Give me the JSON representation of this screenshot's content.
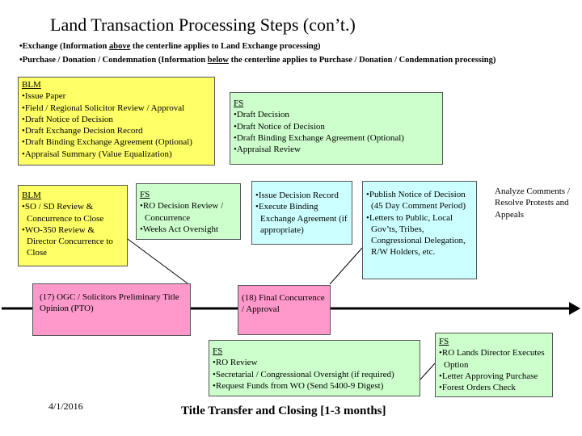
{
  "title": "Land Transaction Processing Steps (con’t.)",
  "intro": {
    "line1_pre": "•Exchange (Information ",
    "line1_em": "above",
    "line1_post": " the centerline applies to Land Exchange processing)",
    "line2_pre": "•Purchase / Donation / Condemnation (Information ",
    "line2_em": "below",
    "line2_post": " the centerline applies to Purchase / Donation / Condemnation processing)"
  },
  "boxes": {
    "blm_top": {
      "header": "BLM",
      "items": [
        "•Issue Paper",
        "•Field / Regional Solicitor Review / Approval",
        "•Draft Notice of Decision",
        "•Draft Exchange Decision Record",
        "•Draft Binding Exchange Agreement (Optional)",
        "•Appraisal Summary (Value Equalization)"
      ]
    },
    "fs_top": {
      "header": "FS",
      "items": [
        "•Draft Decision",
        "•Draft Notice of Decision",
        "•Draft Binding Exchange Agreement (Optional)",
        "•Appraisal Review"
      ]
    },
    "blm_mid": {
      "header": "BLM",
      "items": [
        "•SO / SD Review & Concurrence to Close",
        "•WO-350 Review & Director Concurrence to Close"
      ]
    },
    "fs_mid": {
      "header": "FS",
      "items": [
        "•RO Decision Review / Concurrence",
        "•Weeks Act Oversight"
      ]
    },
    "issue": {
      "items": [
        "•Issue Decision Record",
        "•Execute Binding Exchange Agreement (if appropriate)"
      ]
    },
    "publish": {
      "items": [
        "•Publish Notice of Decision (45 Day Comment Period)",
        "•Letters to Public, Local Gov’ts, Tribes, Congressional Delegation, R/W Holders, etc."
      ]
    },
    "ogc": {
      "text": "(17) OGC / Solicitors Preliminary Title Opinion (PTO)"
    },
    "final": {
      "text": "(18) Final Concurrence / Approval"
    },
    "fs_bottom": {
      "header": "FS",
      "items": [
        "•RO Review",
        "•Secretarial / Congressional Oversight (if required)",
        "•Request Funds from WO (Send 5400-9 Digest)"
      ]
    },
    "fs_right": {
      "header": "FS",
      "items": [
        "•RO Lands Director Executes Option",
        "•Letter Approving Purchase",
        "•Forest Orders Check"
      ]
    }
  },
  "analyze": "Analyze Comments / Resolve Protests and Appeals",
  "date": "4/1/2016",
  "footer": "Title Transfer and Closing [1-3 months]",
  "colors": {
    "yellow": "#ffff66",
    "green": "#ccffcc",
    "cyan": "#ccffff",
    "pink": "#ff99cc"
  }
}
